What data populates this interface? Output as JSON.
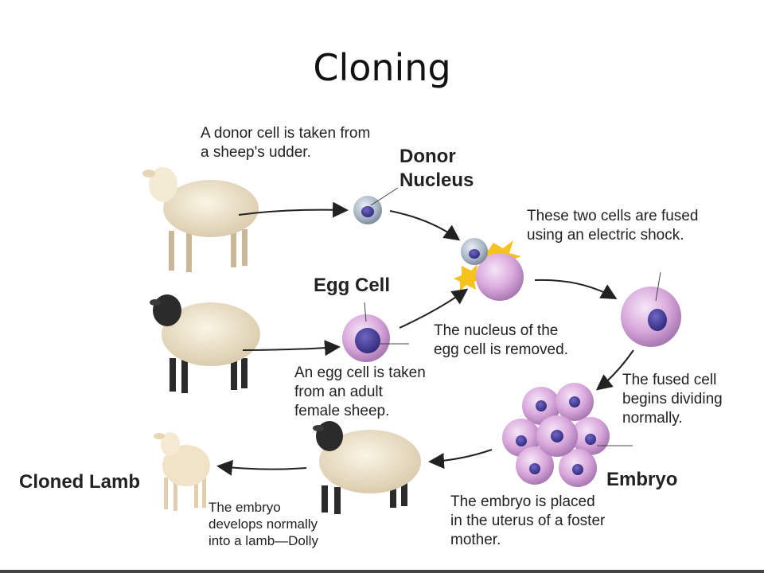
{
  "title": "Cloning",
  "labels": {
    "donor_nucleus": "Donor\nNucleus",
    "egg_cell": "Egg Cell",
    "embryo": "Embryo",
    "cloned_lamb": "Cloned Lamb"
  },
  "captions": {
    "donor_cell": "A donor cell is taken from\na sheep's udder.",
    "fused": "These two cells are fused\nusing an electric shock.",
    "nucleus_removed": "The nucleus of the\negg cell is removed.",
    "egg_taken": "An egg cell is taken\nfrom an adult\nfemale sheep.",
    "dividing": "The fused cell\nbegins dividing\nnormally.",
    "placed": "The embryo is placed\nin the uterus of a foster\nmother.",
    "develops": "The embryo\ndevelops normally\ninto a lamb—Dolly"
  },
  "colors": {
    "cell_pink": "#d9a8dc",
    "nucleus_purple": "#4b3fa0",
    "wool_light": "#efe4cc",
    "face_black": "#2b2b2b",
    "spark": "#f7c21e"
  }
}
